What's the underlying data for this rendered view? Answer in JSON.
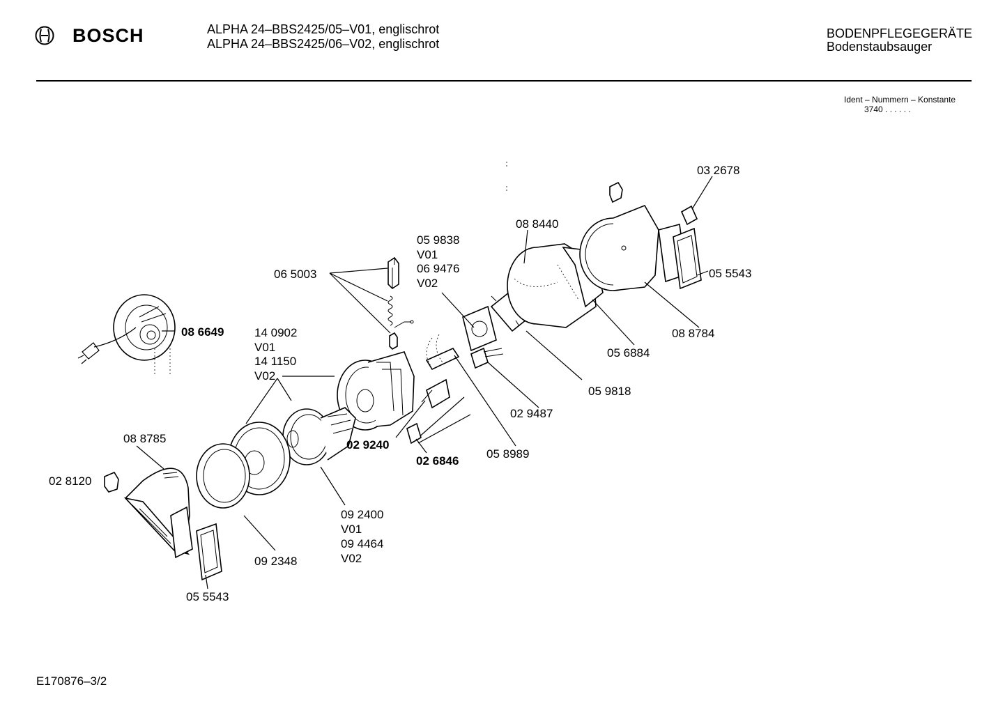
{
  "header": {
    "brand": "BOSCH",
    "model_line_1": "ALPHA 24–BBS2425/05–V01, englischrot",
    "model_line_2": "ALPHA 24–BBS2425/06–V02, englischrot",
    "category_line_1": "BODENPFLEGEGERÄTE",
    "category_line_2": "Bodenstaubsauger"
  },
  "ident": {
    "title": "Ident – Nummern – Konstante",
    "value": "3740  . .   . . . ."
  },
  "footer": {
    "code": "E170876–3/2"
  },
  "labels": {
    "p_032678": "03 2678",
    "p_088440": "08 8440",
    "p_059838": "05 9838",
    "v01_a": "V01",
    "p_069476": "06 9476",
    "v02_a": "V02",
    "p_065003": "06 5003",
    "p_055543_top": "05 5543",
    "p_086649": "08 6649",
    "p_140902": "14 0902",
    "v01_b": "V01",
    "p_141150": "14 1150",
    "v02_b": "V02",
    "p_088784": "08 8784",
    "p_056884": "05 6884",
    "p_059818": "05 9818",
    "p_029487": "02 9487",
    "p_088785": "08 8785",
    "p_029240": "02 9240",
    "p_026846": "02 6846",
    "p_058989": "05 8989",
    "p_028120": "02 8120",
    "p_092400": "09 2400",
    "v01_c": "V01",
    "p_094464": "09 4464",
    "v02_c": "V02",
    "p_092348": "09 2348",
    "p_055543_bottom": "05 5543"
  }
}
